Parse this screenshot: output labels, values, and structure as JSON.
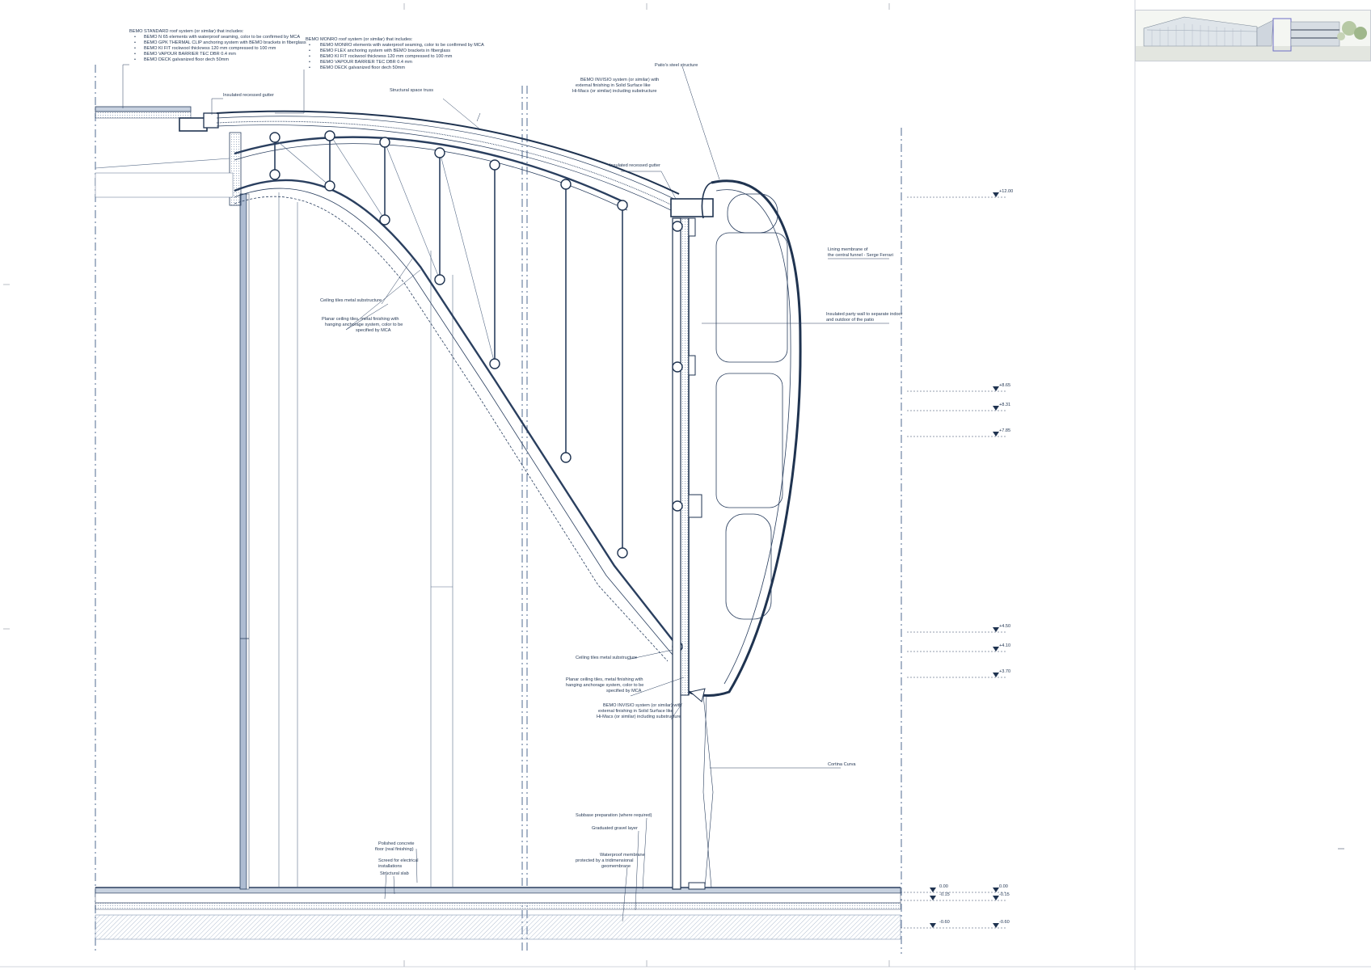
{
  "roof_notes": {
    "standard": {
      "title": "BEMO STANDARD roof system (or similar) that includes:",
      "items": [
        "BEMO N 65 elements with waterproof seaming, color to be confirmed by MCA",
        "BEMO GPK THERMAL CLIP anchoring system with BEMO brackets in fiberglass",
        "BEMO KI FIT rockwool thickness 120 mm compressed to 100 mm",
        "BEMO VAPOUR BARRIER TEC DBR 0.4 mm",
        "BEMO DECK galvanized floor dech 50mm"
      ]
    },
    "monro": {
      "title": "BEMO MONRO roof system (or similar) that includes:",
      "items": [
        "BEMO MONRO elements with waterproof seaming, color to be confirmed by MCA",
        "BEMO FLEX anchoring system with BEMO brackets in fiberglass",
        "BEMO KI FIT rockwool thickness 120 mm compressed to 100 mm",
        "BEMO VAPOUR BARRIER TEC DBR 0.4 mm",
        "BEMO DECK galvanized floor dech 50mm"
      ]
    }
  },
  "labels": {
    "insulated_gutter_left": "Insulated recessed gutter",
    "structural_space_truss": "Structural space truss",
    "patio_steel_structure": "Patio's steel structure",
    "invisio_top": [
      "BEMO INVISIO system (or similar) with",
      "external finishing in Solid Surface like",
      "Hi-Macs (or similar) including substructure"
    ],
    "insulated_gutter_right": "Insulated recessed gutter",
    "lining_membrane": [
      "Lining membrane of",
      "the central funnel - Serge Ferrari"
    ],
    "insulated_party_wall": [
      "Insulated party wall to separate indoor",
      "and outdoor of the patio"
    ],
    "ceiling_tiles_left": "Ceiling tiles metal substructure",
    "planar_tiles_left": [
      "Planar ceiling tiles, metal finishing with",
      "hanging anchorage system, color to be",
      "specified by MCA"
    ],
    "ceiling_tiles_right": "Ceiling tiles metal substructure",
    "planar_tiles_right": [
      "Planar ceiling tiles, metal finishing with",
      "hanging anchorage system, color to be",
      "specified by MCA"
    ],
    "invisio_bottom": [
      "BEMO INVISIO system (or similar) with",
      "external finishing in Solid Surface like",
      "Hi-Macs (or similar) including substructure"
    ],
    "cortina_curva": "Cortina Curva",
    "subbase": "Subbase preparation (where required)",
    "graduated_gravel": "Graduated gravel layer",
    "waterproof_membrane": [
      "Waterproof membrane",
      "protected by a tridimensional",
      "geomembrane"
    ],
    "polished_concrete": [
      "Polished concrete",
      "floor (real finishing)"
    ],
    "screed": [
      "Screed for electrical",
      "installations"
    ],
    "structural_slab": "Structural slab"
  },
  "levels": {
    "right_column": [
      "+12.00",
      "+8.65",
      "+8.31",
      "+7.85",
      "+4.50",
      "+4.10",
      "+3.70"
    ],
    "ground_left": [
      "0.00",
      "-0.15",
      "-0.60"
    ],
    "ground_right": [
      "0.00",
      "-0.15",
      "-0.60"
    ]
  },
  "colors": {
    "ink": "#1f3350",
    "glazing": "#aebcd2",
    "ground_hatch": "#9fb0c7",
    "thumbnail_bg": "#f4f6f2"
  }
}
